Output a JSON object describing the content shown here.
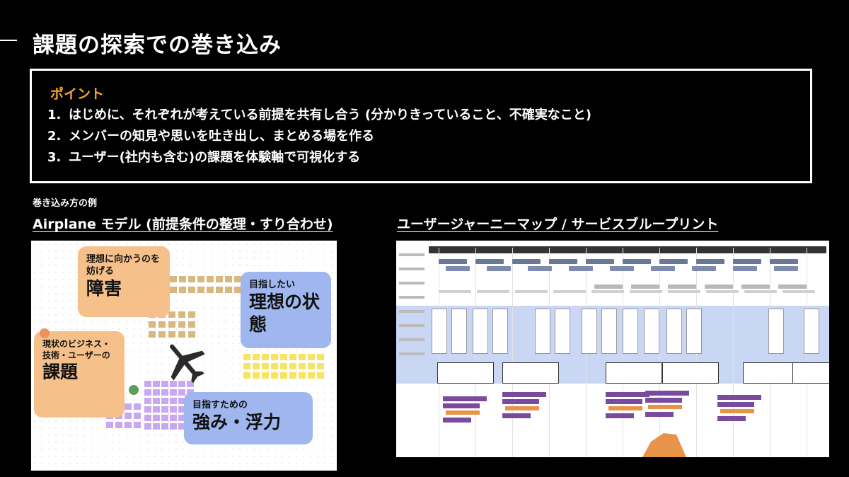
{
  "slide": {
    "title": "課題の探索での巻き込み"
  },
  "points": {
    "heading": "ポイント",
    "items": [
      {
        "num": "1.",
        "text": "はじめに、それぞれが考えている前提を共有し合う (分かりきっていること、不確実なこと)"
      },
      {
        "num": "2.",
        "text": "メンバーの知見や思いを吐き出し、まとめる場を作る"
      },
      {
        "num": "3.",
        "text": "ユーザー(社内も含む)の課題を体験軸で可視化する"
      }
    ]
  },
  "examples": {
    "label": "巻き込み方の例",
    "airplane_caption": "Airplane モデル (前提条件の整理・すり合わせ)",
    "journey_caption": "ユーザージャーニーマップ / サービスブループリント"
  },
  "airplane_board": {
    "obstacle": {
      "small": "理想に向かうのを妨げる",
      "big": "障害"
    },
    "ideal": {
      "small": "目指したい",
      "big": "理想の状態"
    },
    "issue": {
      "small": "現状のビジネス・技術・ユーザーの",
      "big": "課題"
    },
    "strength": {
      "small": "目指すための",
      "big": "強み・浮力"
    },
    "colors": {
      "orange": "#f6c08a",
      "blue": "#9fb6ee",
      "sticky_yellow": "#f7e463",
      "sticky_purple": "#c8a8f0",
      "sticky_tan": "#d9b880"
    },
    "center_icon": "airplane-icon"
  }
}
